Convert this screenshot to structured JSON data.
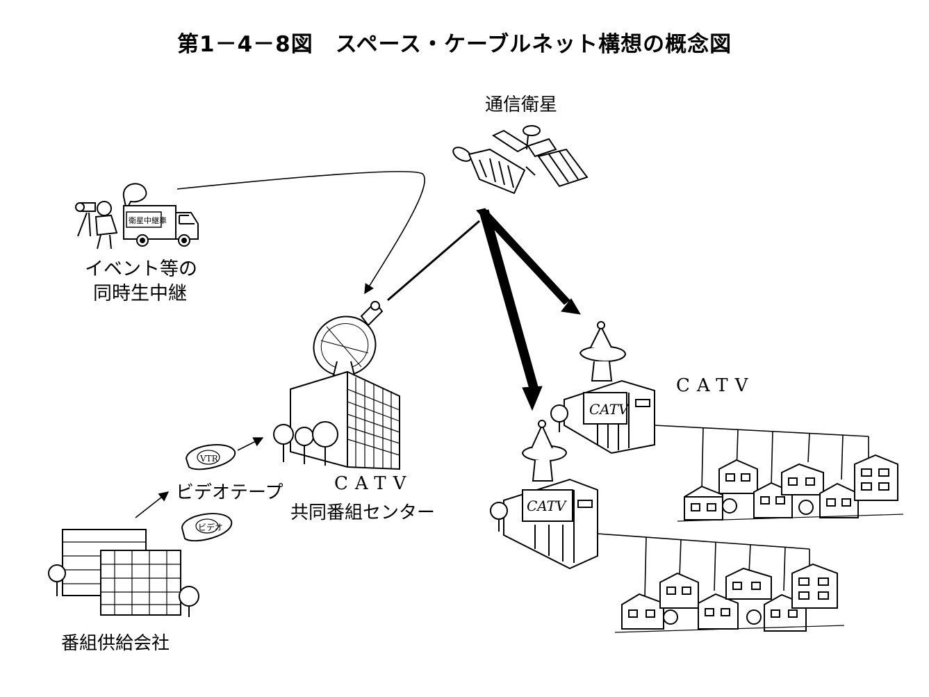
{
  "figure": {
    "title": "第1－4－8図　スペース・ケーブルネット構想の概念図"
  },
  "labels": {
    "satellite": "通信衛星",
    "event_line1": "イベント等の",
    "event_line2": "同時生中継",
    "truck_sign": "衛星中継車",
    "videotape": "ビデオテープ",
    "tape_label_1": "VTR",
    "tape_label_2": "ビデオ",
    "center_line1": "CATV",
    "center_line2": "共同番組センター",
    "catv_right": "CATV",
    "catv_sign": "CATV",
    "supplier": "番組供給会社"
  },
  "colors": {
    "ink": "#000000",
    "paper": "#ffffff"
  }
}
